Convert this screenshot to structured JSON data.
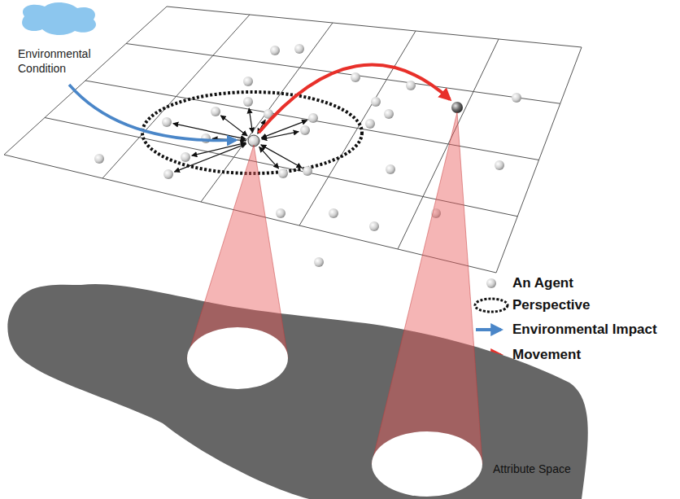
{
  "diagram": {
    "nodes": [
      {
        "text": [
          "Attribute Space"
        ]
      }
    ],
    "labels": [
      "Environmental Condition"
    ],
    "legend": [
      {
        "text": "An Agent"
      },
      {
        "text": "Perspective"
      },
      {
        "text": "Environmental Impact"
      },
      {
        "text": "Movement"
      }
    ]
  }
}
